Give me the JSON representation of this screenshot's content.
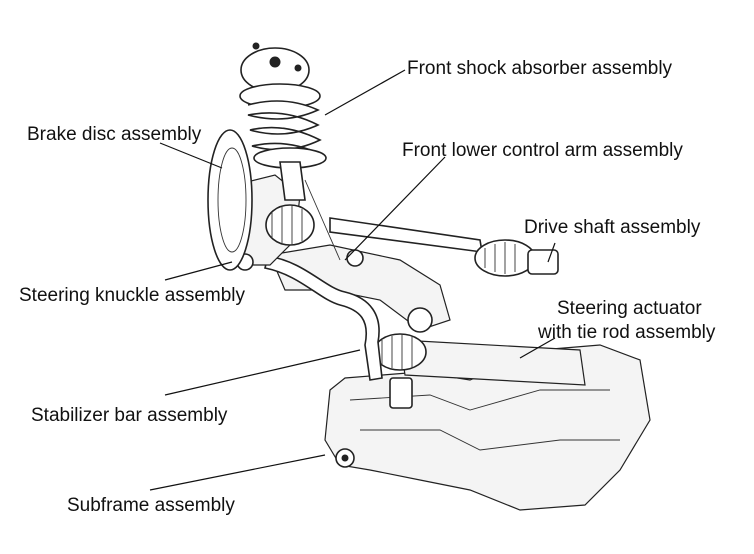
{
  "diagram": {
    "labels": {
      "shock": "Front shock absorber assembly",
      "brake": "Brake disc assembly",
      "lower_arm": "Front lower control arm assembly",
      "drive_shaft": "Drive shaft assembly",
      "knuckle": "Steering knuckle assembly",
      "actuator_line1": "Steering actuator",
      "actuator_line2": "with tie rod assembly",
      "stabilizer": "Stabilizer bar assembly",
      "subframe": "Subframe assembly"
    }
  }
}
